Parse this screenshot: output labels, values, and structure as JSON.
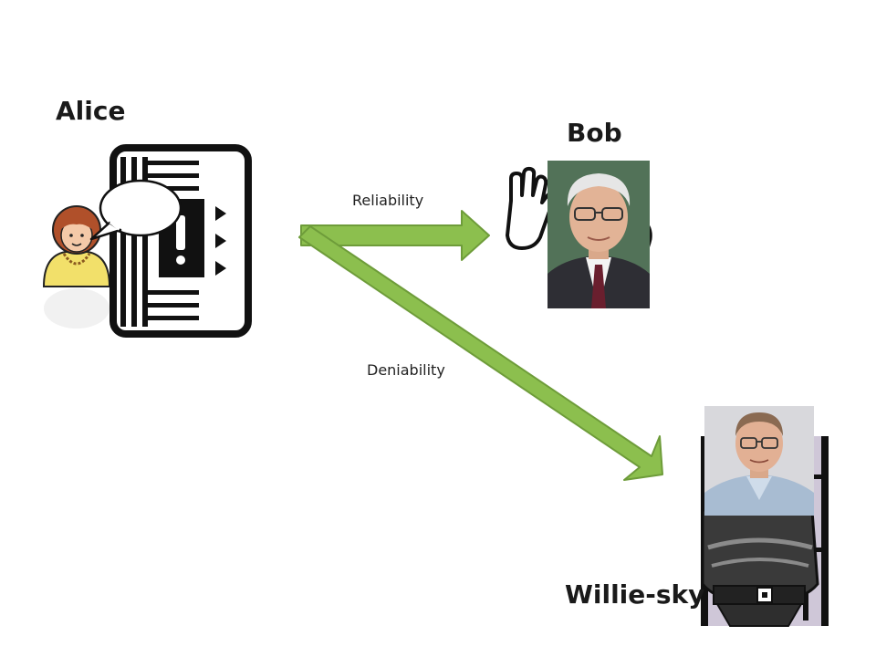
{
  "diagram": {
    "alice": {
      "name": "Alice"
    },
    "bob": {
      "name": "Bob"
    },
    "willie": {
      "name": "Willie-sky"
    },
    "edges": {
      "reliability": {
        "label": "Reliability"
      },
      "deniability": {
        "label": "Deniability"
      }
    }
  },
  "colors": {
    "arrow_fill": "#8cbf4e",
    "arrow_stroke": "#6e9c3a",
    "alice_shirt": "#f2e06a",
    "alice_hair": "#b0502a",
    "suit_dark": "#3a3a3a",
    "jail_bars": "#111111",
    "jail_bg": "#cfc7d8"
  },
  "icons": [
    "speech-bubble-icon",
    "jail-cell-icon",
    "raised-hand-icon",
    "bars-icon"
  ]
}
